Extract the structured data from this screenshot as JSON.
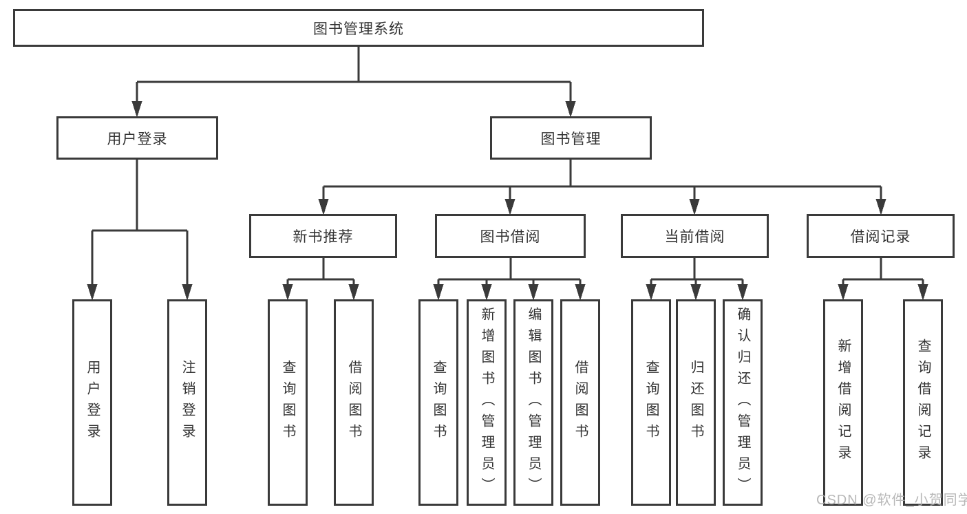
{
  "colors": {
    "line": "#3a3a3a",
    "box_border": "#3a3a3a",
    "text": "#333333",
    "background": "#ffffff",
    "watermark": "#b2b2b2"
  },
  "watermark": "CSDN @软件_小贺同学",
  "tree": {
    "label": "图书管理系统",
    "children": [
      {
        "label": "用户登录",
        "children": [
          {
            "label": "用户登录"
          },
          {
            "label": "注销登录"
          }
        ]
      },
      {
        "label": "图书管理",
        "children": [
          {
            "label": "新书推荐",
            "children": [
              {
                "label": "查询图书"
              },
              {
                "label": "借阅图书"
              }
            ]
          },
          {
            "label": "图书借阅",
            "children": [
              {
                "label": "查询图书"
              },
              {
                "label": "新增图书（管理员）"
              },
              {
                "label": "编辑图书（管理员）"
              },
              {
                "label": "借阅图书"
              }
            ]
          },
          {
            "label": "当前借阅",
            "children": [
              {
                "label": "查询图书"
              },
              {
                "label": "归还图书"
              },
              {
                "label": "确认归还（管理员）"
              }
            ]
          },
          {
            "label": "借阅记录",
            "children": [
              {
                "label": "新增借阅记录"
              },
              {
                "label": "查询借阅记录"
              }
            ]
          }
        ]
      }
    ]
  }
}
